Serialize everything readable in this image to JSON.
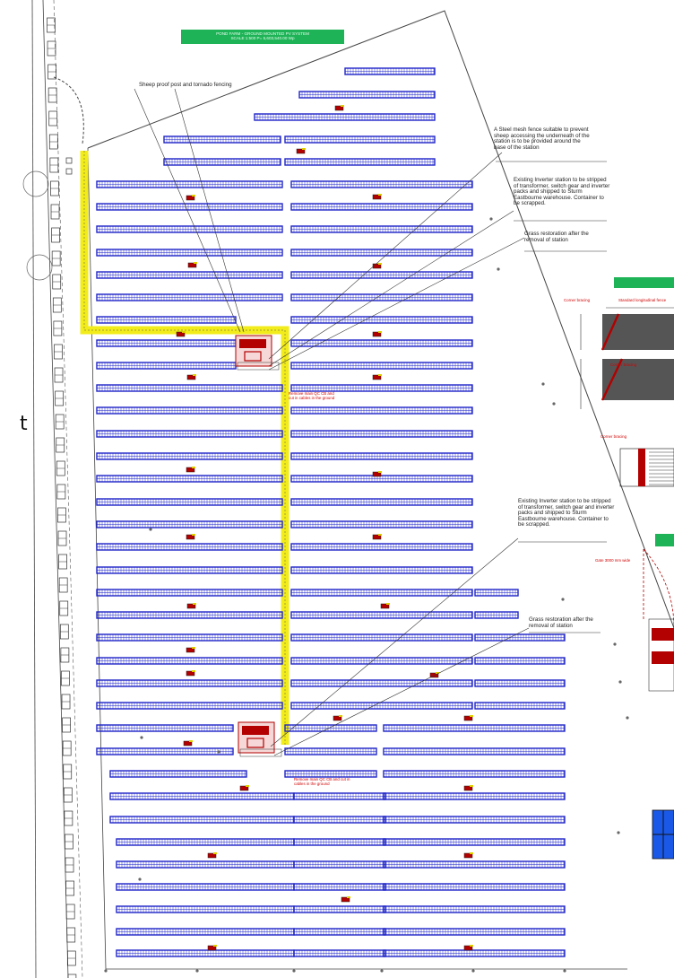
{
  "title_block": {
    "line1": "POND FARM - GROUND MOUNTED PV SYSTEM",
    "line2": "SCALE 1:500 P= 5,603,540.00 Wp"
  },
  "annotations": {
    "fencing": "Sheep proof post and tornado fencing",
    "mesh_fence": "A Steel mesh fence suitable to prevent sheep accessing the underneath of the station is to be provided around the base of the station",
    "inverter_upper": "Existing Inverter station to be stripped of transformer, switch gear and inverter packs and shipped to Sturm Eastbourne warehouse. Container to be scrapped.",
    "grass_upper": "Grass restoration after the removal of station",
    "inverter_lower": "Existing Inverter station to be stripped of transformer, switch gear and inverter packs and shipped to Sturm Eastbourne warehouse. Container to be scrapped.",
    "grass_lower": "Grass restoration after the removal of station",
    "remove_qc_upper": "Remove main QC CB and cut in cables in the ground",
    "remove_qc_lower": "Remove main QC CB and cut in cables in the ground"
  },
  "detail_labels": {
    "corner_bracing_1": "Corner bracing",
    "longitudinal_fence": "Standard longitudinal fence",
    "corner_bracing_2": "Corner bracing",
    "corner_bracing_3": "Corner bracing",
    "gate": "Gate 3000 mm wide"
  },
  "edge_glyph": "t",
  "colors": {
    "panel": "#1f24c8",
    "cable_route": "#f2ec1a",
    "station": "#b30000",
    "title_bg": "#1db356",
    "leader": "#333333",
    "fence": "#444444"
  }
}
